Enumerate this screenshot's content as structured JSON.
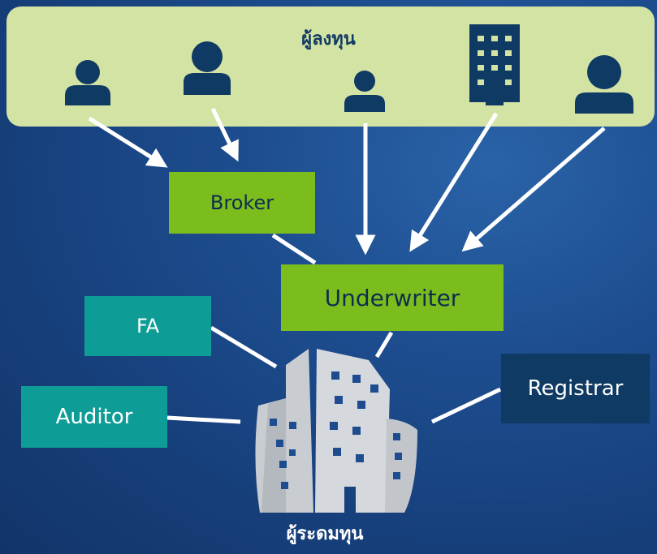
{
  "investors": {
    "title": "ผู้ลงทุน",
    "icons": [
      "person-icon",
      "person-icon",
      "person-icon",
      "office-building-icon",
      "person-icon"
    ]
  },
  "boxes": {
    "broker": "Broker",
    "underwriter": "Underwriter",
    "fa": "FA",
    "auditor": "Auditor",
    "registrar": "Registrar"
  },
  "issuer": {
    "label": "ผู้ระดมทุน",
    "icon": "city-buildings-icon"
  },
  "colors": {
    "background": "#1d4d8f",
    "banner": "#d3e3a4",
    "green_box": "#7cbd1e",
    "teal_box": "#0e9d96",
    "navy_box": "#0f3a63",
    "icon_navy": "#0f3a63",
    "arrow": "#ffffff",
    "building_grey": "#c9cdd2"
  }
}
